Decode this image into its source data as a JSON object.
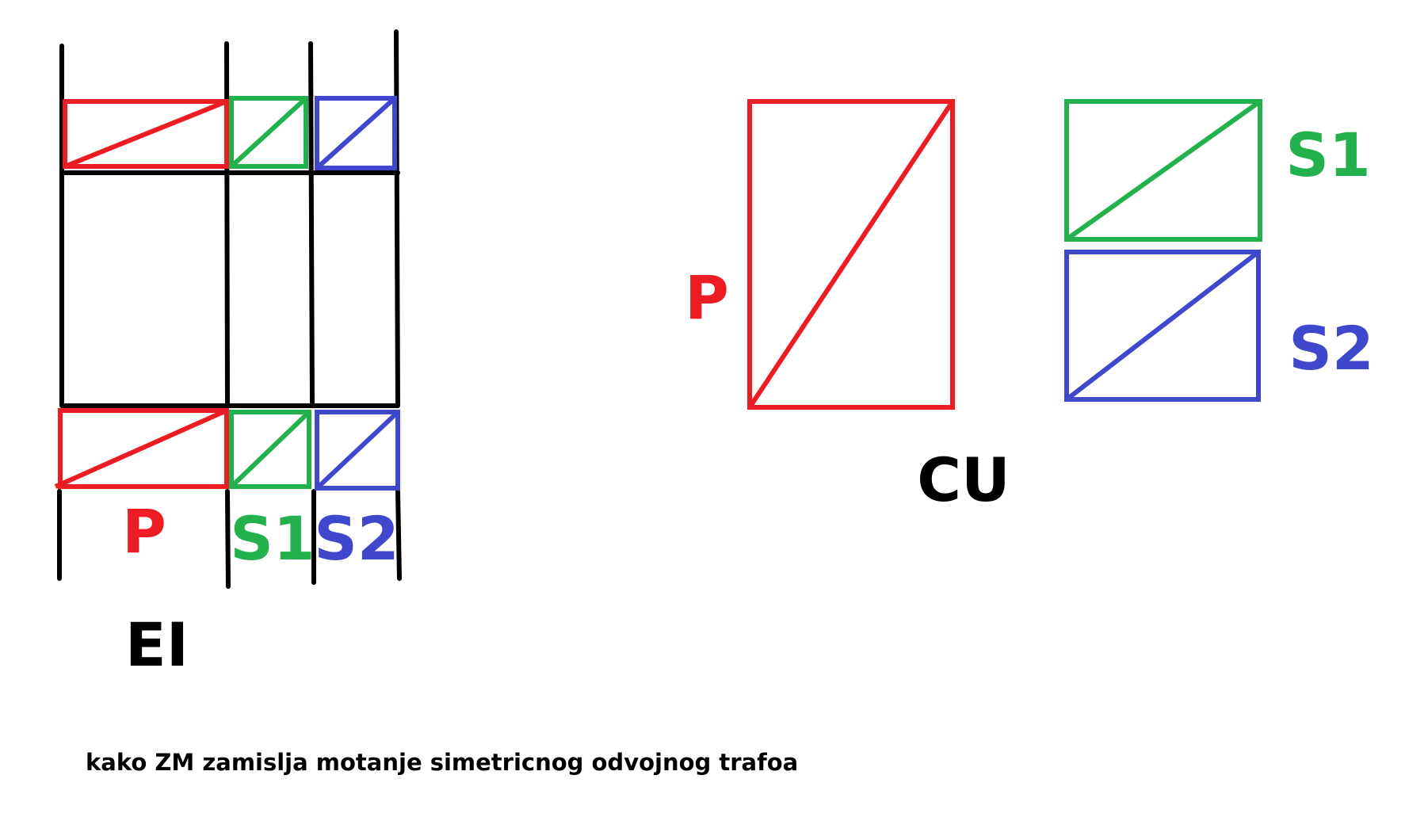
{
  "colors": {
    "primary": "#ed1c24",
    "secondary1": "#22b14c",
    "secondary2": "#3f48cc",
    "ink": "#000000"
  },
  "ei": {
    "title": "EI",
    "primary_label": "P",
    "s1_label": "S1",
    "s2_label": "S2"
  },
  "cu": {
    "title": "CU",
    "primary_label": "P",
    "s1_label": "S1",
    "s2_label": "S2"
  },
  "caption": "kako ZM zamislja motanje simetricnog odvojnog trafoa"
}
